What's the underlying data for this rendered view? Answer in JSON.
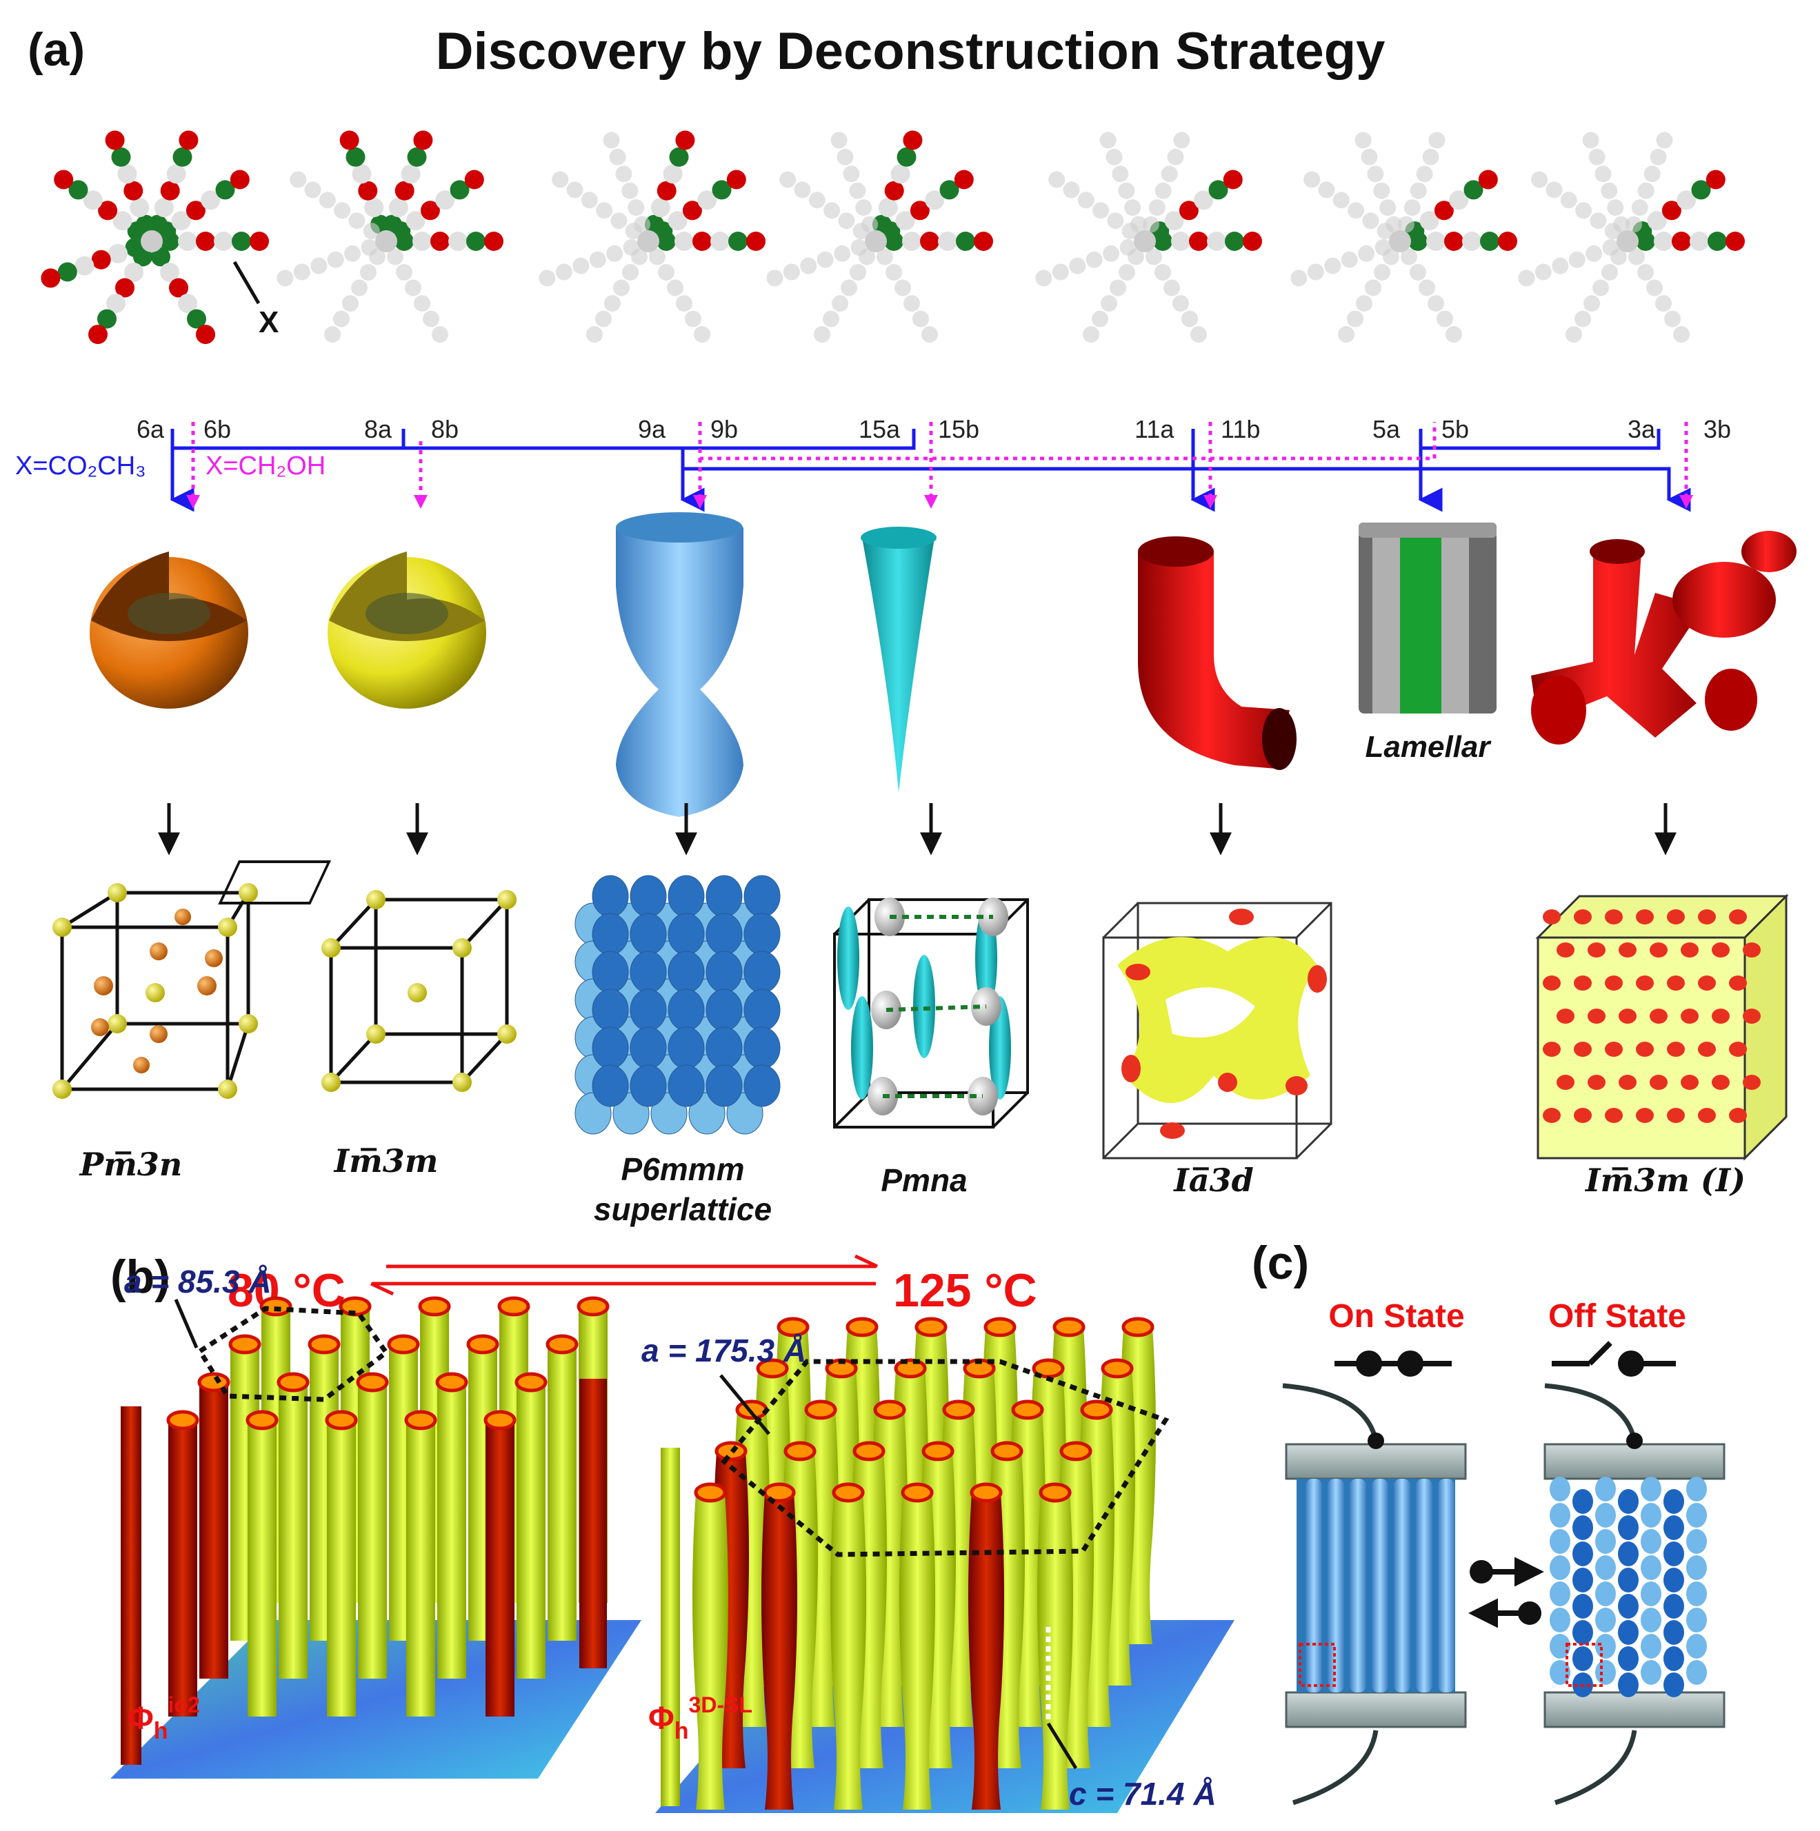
{
  "panel_a": {
    "label": "(a)",
    "title": "Discovery by Deconstruction Strategy",
    "x_label": "X",
    "legend": {
      "ester": "X=CO₂CH₃",
      "alcohol": "X=CH₂OH",
      "ester_color": "#1a1aee",
      "alcohol_color": "#ee22ee"
    },
    "compounds": [
      {
        "a": "6a",
        "b": "6b"
      },
      {
        "a": "8a",
        "b": "8b"
      },
      {
        "a": "9a",
        "b": "9b"
      },
      {
        "a": "15a",
        "b": "15b"
      },
      {
        "a": "11a",
        "b": "11b"
      },
      {
        "a": "5a",
        "b": "5b"
      },
      {
        "a": "3a",
        "b": "3b"
      }
    ],
    "shape_label_lamellar": "Lamellar",
    "phases": [
      {
        "main": "Pm̅3n",
        "sub": ""
      },
      {
        "main": "Im̅3m",
        "sub": ""
      },
      {
        "main": "P6mmm",
        "sub": "superlattice"
      },
      {
        "main": "Pmna",
        "sub": ""
      },
      {
        "main": "Ia̅3d",
        "sub": ""
      },
      {
        "main": "Im̅3m (I)",
        "sub": ""
      }
    ],
    "colors": {
      "orange": "#e0700a",
      "yellow": "#e6e020",
      "lightblue": "#70b8e8",
      "cyan": "#20c0c8",
      "red": "#d80808",
      "green": "#18a030",
      "gray": "#8a8a8a"
    }
  },
  "panel_b": {
    "label": "(b)",
    "temp_left": "80 °C",
    "temp_right": "125 °C",
    "a_left": "a = 85.3 Å",
    "a_right": "a = 175.3 Å",
    "c_value": "c = 71.4 Å",
    "phase_left_sym": "Φ",
    "phase_left_sub": "h",
    "phase_left_sup": "io2",
    "phase_right_sym": "Φ",
    "phase_right_sub": "h",
    "phase_right_sup": "3D-SL"
  },
  "panel_c": {
    "label": "(c)",
    "on_state": "On State",
    "off_state": "Off State"
  }
}
